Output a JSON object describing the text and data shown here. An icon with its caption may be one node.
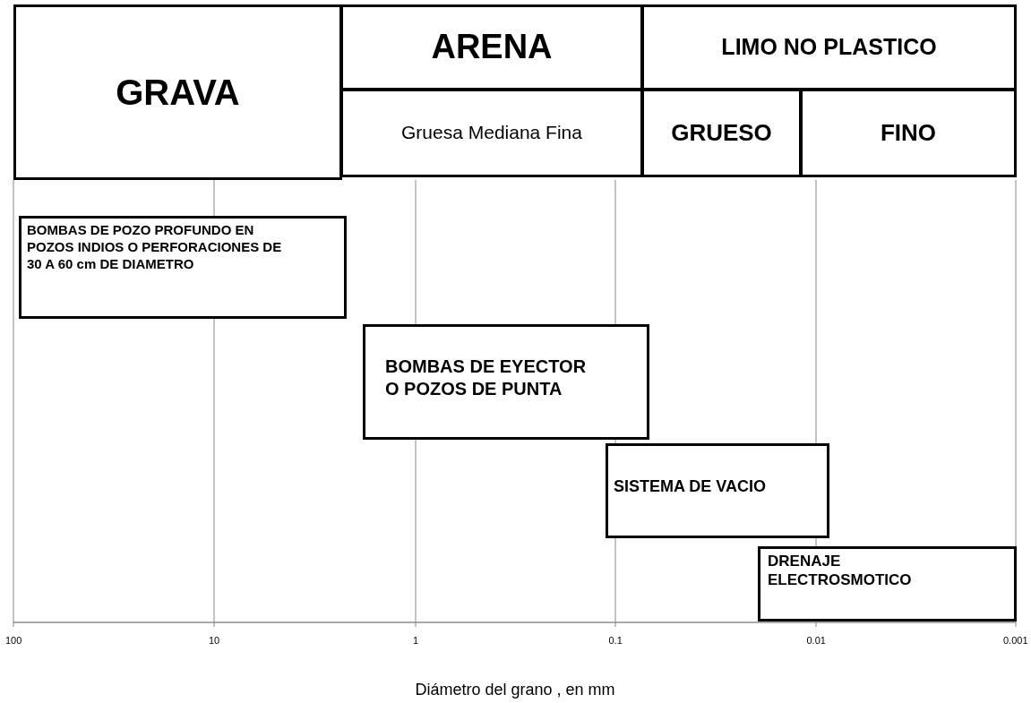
{
  "diagram": {
    "nodes": [
      {
        "text": [
          "GRAVA"
        ]
      },
      {
        "text": [
          "ARENA"
        ]
      },
      {
        "text": [
          "LIMO NO PLASTICO"
        ]
      },
      {
        "text": [
          "Gruesa Mediana Fina"
        ]
      },
      {
        "text": [
          "GRUESO"
        ]
      },
      {
        "text": [
          "FINO"
        ]
      },
      {
        "text": [
          "BOMBAS DE POZO PROFUNDO EN POZOS INDIOS O PERFORACIONES DE 30 A 60 cm DE DIAMETRO"
        ]
      },
      {
        "text": [
          "BOMBAS DE EYECTOR O POZOS DE PUNTA"
        ]
      },
      {
        "text": [
          "SISTEMA DE VACIO"
        ]
      },
      {
        "text": [
          "DRENAJE ELECTROSMOTICO"
        ]
      }
    ],
    "labels": [
      "100",
      "10",
      "1",
      "0.1",
      "0.01",
      "0.001",
      "Diámetro del grano , en mm"
    ]
  }
}
